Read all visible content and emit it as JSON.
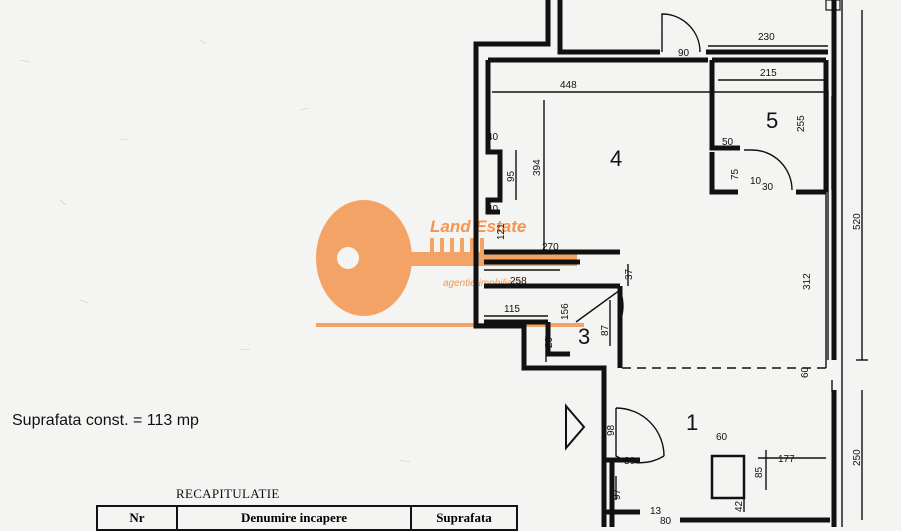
{
  "plan": {
    "rooms": {
      "r1": "1",
      "r3": "3",
      "r4": "4",
      "r5": "5"
    },
    "dims": {
      "d90": "90",
      "d230": "230",
      "d215": "215",
      "d448": "448",
      "d255": "255",
      "d40a": "40",
      "d394": "394",
      "d95": "95",
      "d50": "50",
      "d75": "75",
      "d10": "10",
      "d30a": "30",
      "d520": "520",
      "d40b": "40",
      "d121": "121",
      "d270": "270",
      "d37": "37",
      "d258": "258",
      "d312": "312",
      "d115": "115",
      "d156": "156",
      "d87": "87",
      "d20": "20",
      "d60a": "60",
      "d98": "98",
      "d60b": "60",
      "d177": "177",
      "d85": "85",
      "d42": "42",
      "d250": "250",
      "d30b": "30",
      "d97": "97",
      "d13": "13",
      "d80": "80"
    },
    "watermark": {
      "line1": "Land Estate",
      "line2": "agentie imobiliara"
    }
  },
  "area_note": "Suprafata const. = 113 mp",
  "recap": {
    "title": "RECAPITULATIE",
    "headers": [
      "Nr",
      "Denumire incapere",
      "Suprafata"
    ]
  },
  "colors": {
    "watermark": "#f5954f",
    "lines": "#111111",
    "paper": "#f4f4f2"
  }
}
